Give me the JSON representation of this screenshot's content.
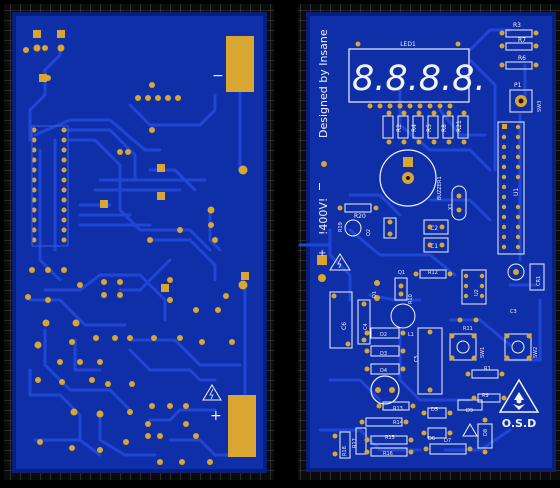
{
  "colors": {
    "background": "#000000",
    "grid": "#7a7a7a",
    "board": "#0a1f7a",
    "copper": "#0f2fa8",
    "trace": "#1f46d6",
    "pad": "#d8a631",
    "silk": "#f2f2f2",
    "drill": "#1a1a1a"
  },
  "left_board": {
    "polarity_minus": "−",
    "polarity_plus": "+"
  },
  "right_board": {
    "designer_text": "Designed by Insane",
    "voltage_text": "!400V!",
    "logo_text": "O.S.D",
    "display_digits": "8.8.8.8.",
    "labels": {
      "led1": "LED1",
      "r1": "R1",
      "r2": "R2",
      "r3": "R3",
      "r4": "R4",
      "r5": "R5",
      "r6": "R6",
      "r7": "R7",
      "r8": "R8",
      "r9": "R9",
      "r10": "R10",
      "r11": "R11",
      "r12": "R12",
      "r13": "R13",
      "r14": "R14",
      "r15": "R15",
      "r16": "R16",
      "r17": "R17",
      "r18": "R18",
      "r19": "R19",
      "r20": "R20",
      "r21": "R21",
      "p1": "P1",
      "sw1": "SW1",
      "sw2": "SW2",
      "sw3": "SW3",
      "buzzer": "BUZZER1",
      "x1": "X1",
      "c1": "C1",
      "c2": "C2",
      "c3": "C3",
      "c4": "C4",
      "c5": "C5",
      "c6": "C6",
      "d1": "D1",
      "d2": "D2",
      "d3": "D3",
      "d4": "D4",
      "d5": "D5",
      "d6": "D6",
      "d7": "D7",
      "d8": "D8",
      "d9": "D9",
      "u1": "U1",
      "u2": "U2",
      "u3": "U3",
      "q1": "Q1",
      "q2": "Q2",
      "l1": "L1",
      "cr1": "CR1"
    }
  }
}
